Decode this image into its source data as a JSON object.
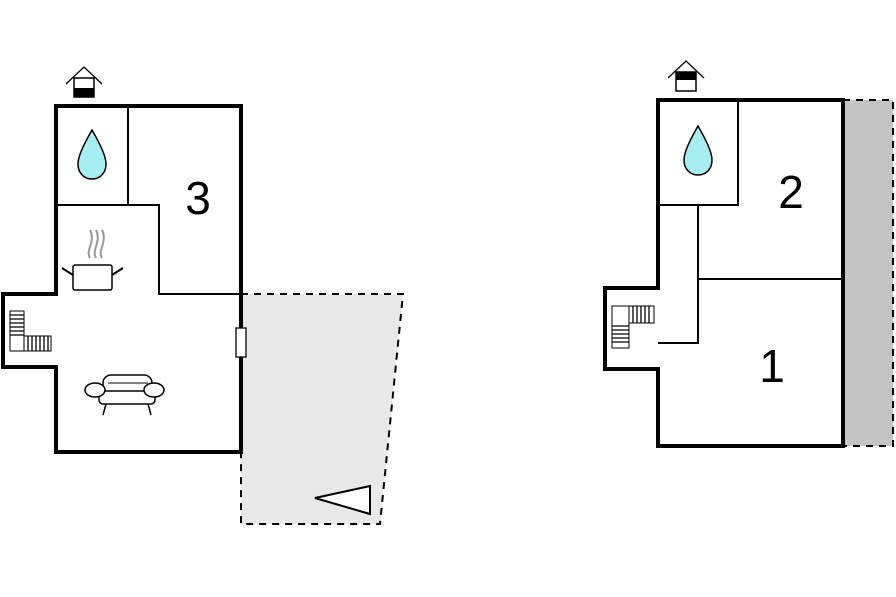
{
  "floor_left": {
    "rooms": [
      {
        "id": "room-3",
        "label": "3"
      }
    ],
    "icons": [
      "entrance-icon",
      "water-drop-icon",
      "cooking-pot-icon",
      "sofa-icon",
      "staircase-icon",
      "triangle-icon"
    ],
    "colors": {
      "terrace": "#e8e8e8",
      "water": "#a6eef2"
    }
  },
  "floor_right": {
    "rooms": [
      {
        "id": "room-2",
        "label": "2"
      },
      {
        "id": "room-1",
        "label": "1"
      }
    ],
    "icons": [
      "entrance-icon",
      "water-drop-icon",
      "staircase-icon"
    ],
    "colors": {
      "balcony": "#c4c4c4",
      "water": "#a6eef2"
    }
  }
}
